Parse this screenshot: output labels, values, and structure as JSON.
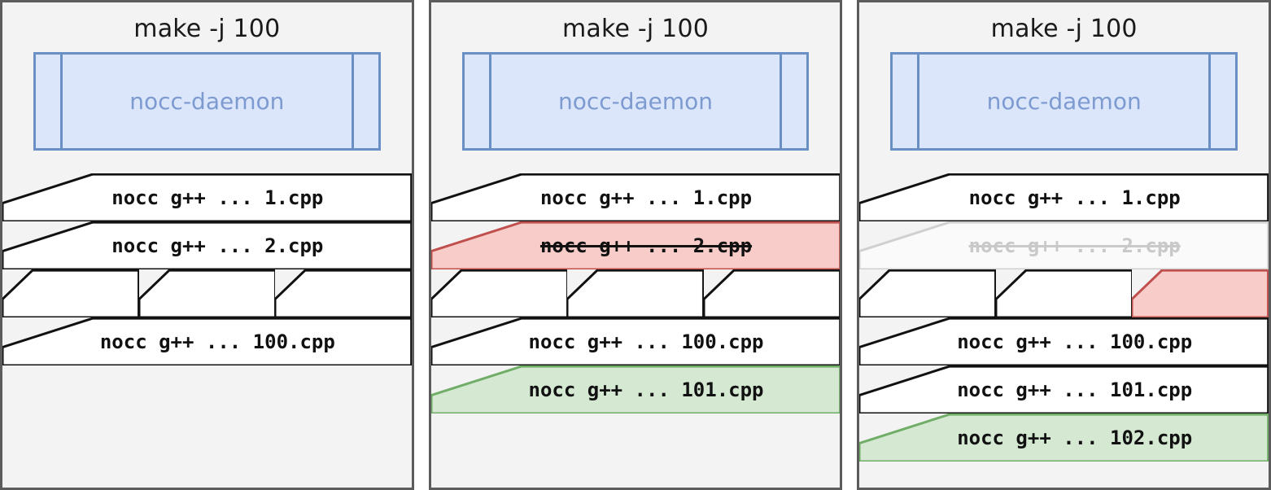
{
  "diagram": {
    "title": "nocc distributed compilation — make -j 100 scheduling states",
    "panel_count": 3
  },
  "colors": {
    "panel_background": "#f3f3f3",
    "panel_border": "#5c5c5c",
    "daemon_fill": "#dbe6fa",
    "daemon_border": "#6a8fc4",
    "daemon_text": "#7d9bd0",
    "task_fill": "#ffffff",
    "task_border": "#111111",
    "task_text": "#111111",
    "fail_fill": "#f8ccc8",
    "fail_border": "#c0504d",
    "ok_fill": "#d4e8d2",
    "ok_border": "#70ad67",
    "disabled_fill": "#fafafa",
    "disabled_border": "#d0d0d0",
    "disabled_text": "#c9c9c9"
  },
  "panels": [
    {
      "title": "make -j 100",
      "daemon": {
        "label": "nocc-daemon",
        "slots": [
          "narrow",
          "main",
          "narrow"
        ]
      },
      "rows": [
        {
          "cells": [
            {
              "label": "nocc g++ ... 1.cpp",
              "state": "normal"
            }
          ]
        },
        {
          "cells": [
            {
              "label": "nocc g++ ... 2.cpp",
              "state": "normal"
            }
          ]
        },
        {
          "cells": [
            {
              "label": "",
              "state": "normal"
            },
            {
              "label": "",
              "state": "normal"
            },
            {
              "label": "",
              "state": "normal"
            }
          ]
        },
        {
          "cells": [
            {
              "label": "nocc g++ ... 100.cpp",
              "state": "normal"
            }
          ]
        }
      ]
    },
    {
      "title": "make -j 100",
      "daemon": {
        "label": "nocc-daemon",
        "slots": [
          "narrow",
          "main",
          "narrow"
        ]
      },
      "rows": [
        {
          "cells": [
            {
              "label": "nocc g++ ... 1.cpp",
              "state": "normal"
            }
          ]
        },
        {
          "cells": [
            {
              "label": "nocc g++ ... 2.cpp",
              "state": "failed"
            }
          ]
        },
        {
          "cells": [
            {
              "label": "",
              "state": "normal"
            },
            {
              "label": "",
              "state": "normal"
            },
            {
              "label": "",
              "state": "normal"
            }
          ]
        },
        {
          "cells": [
            {
              "label": "nocc g++ ... 100.cpp",
              "state": "normal"
            }
          ]
        },
        {
          "cells": [
            {
              "label": "nocc g++ ... 101.cpp",
              "state": "ok"
            }
          ]
        }
      ]
    },
    {
      "title": "make -j 100",
      "daemon": {
        "label": "nocc-daemon",
        "slots": [
          "narrow",
          "main",
          "narrow"
        ]
      },
      "rows": [
        {
          "cells": [
            {
              "label": "nocc g++ ... 1.cpp",
              "state": "normal"
            }
          ]
        },
        {
          "cells": [
            {
              "label": "nocc g++ ... 2.cpp",
              "state": "disabled"
            }
          ]
        },
        {
          "cells": [
            {
              "label": "",
              "state": "normal"
            },
            {
              "label": "",
              "state": "normal"
            },
            {
              "label": "",
              "state": "failed"
            }
          ]
        },
        {
          "cells": [
            {
              "label": "nocc g++ ... 100.cpp",
              "state": "normal"
            }
          ]
        },
        {
          "cells": [
            {
              "label": "nocc g++ ... 101.cpp",
              "state": "normal"
            }
          ]
        },
        {
          "cells": [
            {
              "label": "nocc g++ ... 102.cpp",
              "state": "ok"
            }
          ]
        }
      ]
    }
  ]
}
